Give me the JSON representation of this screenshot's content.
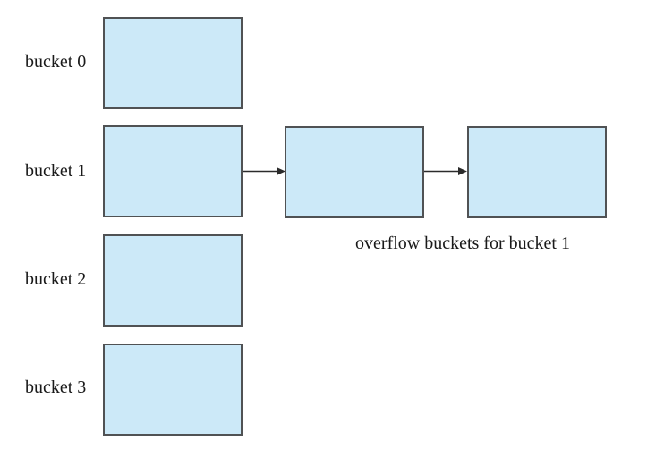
{
  "diagram": {
    "bucket_labels": [
      "bucket 0",
      "bucket 1",
      "bucket 2",
      "bucket 3"
    ],
    "overflow_caption": "overflow buckets for bucket 1",
    "overflow_bucket_count": 2,
    "colors": {
      "background": "#ffffff",
      "box_fill": "#cce9f8",
      "box_border": "#505254",
      "arrow": "#2b2b2b",
      "text": "#1a1a1a"
    }
  }
}
